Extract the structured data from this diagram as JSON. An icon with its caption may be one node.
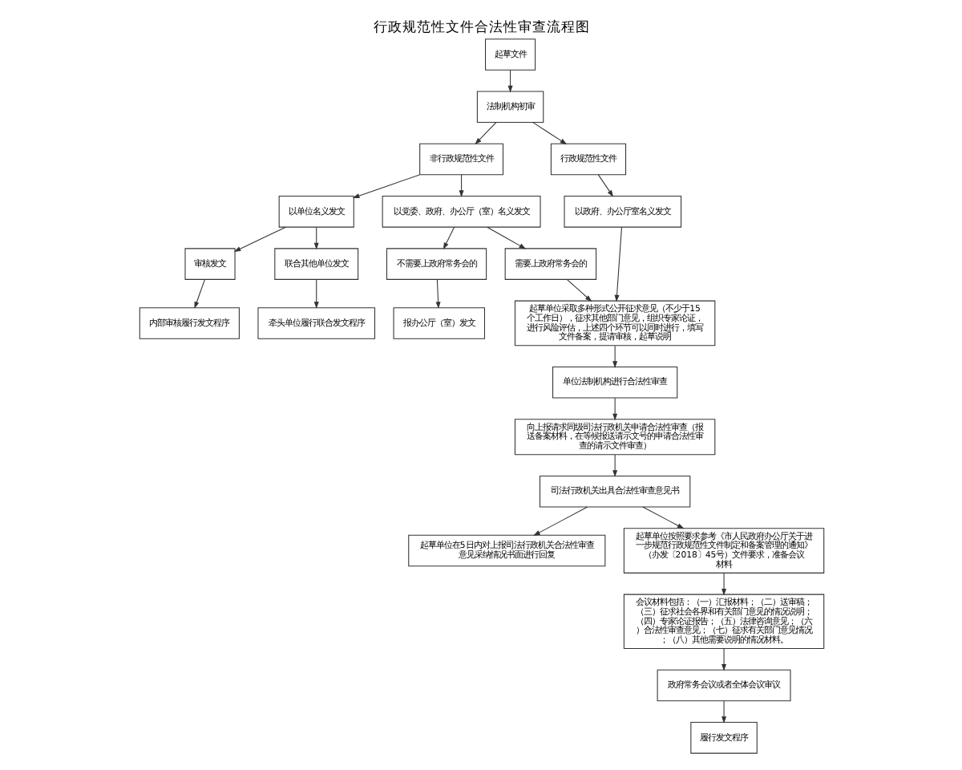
{
  "diagram": {
    "title": "行政规范性文件合法性审查流程图",
    "nodes": [
      {
        "text": [
          "起草文件"
        ]
      },
      {
        "text": [
          "法制机构初审"
        ]
      },
      {
        "text": [
          "非行政规范性文件"
        ]
      },
      {
        "text": [
          "行政规范性文件"
        ]
      },
      {
        "text": [
          "以单位名义发文"
        ]
      },
      {
        "text": [
          "以党委、政府、办公厅（室）名义发文"
        ]
      },
      {
        "text": [
          "需要上政府常务会的"
        ]
      },
      {
        "text": [
          "以政府、办公厅室名义发文"
        ]
      },
      {
        "text": [
          "审核发文"
        ]
      },
      {
        "text": [
          "联合其他单位发文"
        ]
      },
      {
        "text": [
          "不需要上政府常务会的"
        ]
      },
      {
        "text": [
          "内部审核履行发文程序"
        ]
      },
      {
        "text": [
          "牵头单位履行联合发文程序"
        ]
      },
      {
        "text": [
          "报办公厅（室）发文"
        ]
      },
      {
        "text": [
          "起草单位采取多种形式公开征求意见（不少于15个工作日），征求其他部门意见，组织专家论证，进行风险评估，上述四个环节可以同时进行，填写文件备案，提请审核，起草说明"
        ]
      },
      {
        "text": [
          "单位法制机构进行合法性审查"
        ]
      },
      {
        "text": [
          "向上报请求同级司法行政机关申请合法性审查（报送备案材料，在等候报送请示文号的申请合法性审查的请示文件审查）"
        ]
      },
      {
        "text": [
          "司法行政机关出具合法性审查意见书"
        ]
      },
      {
        "text": [
          "起草单位在5日内对上报司法行政机关合法性审查意见采纳情况书面进行回复"
        ]
      },
      {
        "text": [
          "起草单位按照要求参考《市人民政府办公厅关于进一步规范行政规范性文件制定和备案管理的通知》（办发〔2018〕45号）文件要求，准备会议材料"
        ]
      },
      {
        "text": [
          "会议材料包括：（一）汇报材料；（二）送审稿；（三）征求社会各界和有关部门意见的情况说明；（四）专家论证报告；（五）法律咨询意见；（六）合法性审查意见；（七）征求有关部门意见情况；（八）其他需要说明的情况材料。"
        ]
      },
      {
        "text": [
          "政府常务会议或者全体会议审议"
        ]
      },
      {
        "text": [
          "履行发文程序"
        ]
      }
    ],
    "edges": [
      {
        "from": 0,
        "to": 1,
        "arrow": "to"
      },
      {
        "from": 1,
        "to": 2,
        "arrow": "to"
      },
      {
        "from": 1,
        "to": 3,
        "arrow": "to"
      },
      {
        "from": 2,
        "to": 4,
        "arrow": "to"
      },
      {
        "from": 2,
        "to": 5,
        "arrow": "to"
      },
      {
        "from": 5,
        "to": 6,
        "arrow": "to"
      },
      {
        "from": 3,
        "to": 7,
        "arrow": "to"
      },
      {
        "from": 4,
        "to": 8,
        "arrow": "to"
      },
      {
        "from": 4,
        "to": 9,
        "arrow": "to"
      },
      {
        "from": 5,
        "to": 10,
        "arrow": "to"
      },
      {
        "from": 8,
        "to": 11,
        "arrow": "to"
      },
      {
        "from": 9,
        "to": 12,
        "arrow": "to"
      },
      {
        "from": 10,
        "to": 13,
        "arrow": "to"
      },
      {
        "from": 6,
        "to": 14,
        "arrow": "to"
      },
      {
        "from": 7,
        "to": 14,
        "arrow": "to"
      },
      {
        "from": 14,
        "to": 15,
        "arrow": "to"
      },
      {
        "from": 15,
        "to": 16,
        "arrow": "to"
      },
      {
        "from": 16,
        "to": 17,
        "arrow": "to"
      },
      {
        "from": 17,
        "to": 18,
        "arrow": "to"
      },
      {
        "from": 17,
        "to": 19,
        "arrow": "to"
      },
      {
        "from": 19,
        "to": 20,
        "arrow": "to"
      },
      {
        "from": 20,
        "to": 21,
        "arrow": "to"
      },
      {
        "from": 21,
        "to": 22,
        "arrow": "to"
      }
    ]
  }
}
